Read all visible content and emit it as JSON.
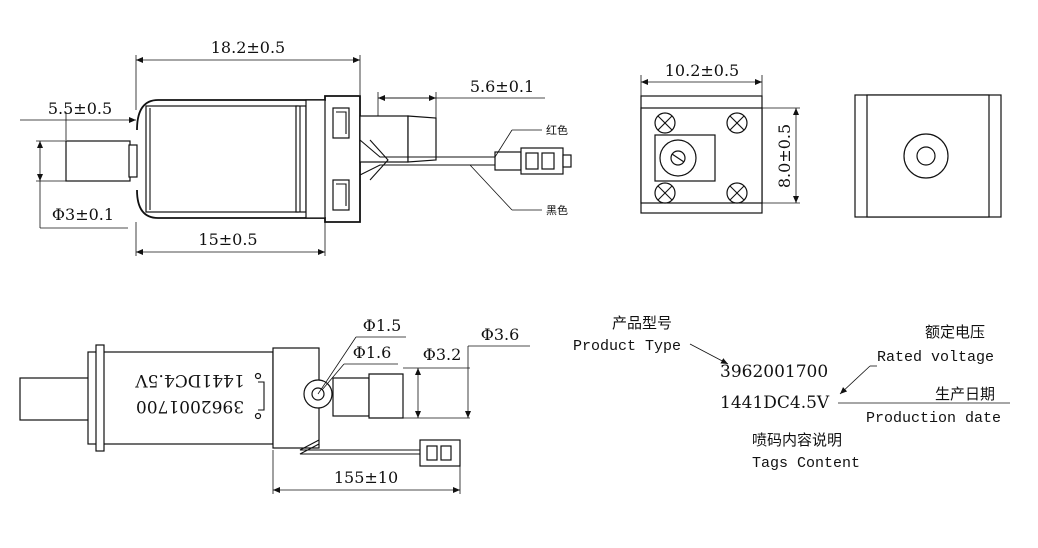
{
  "side_view": {
    "dim_total_length": "18.2±0.5",
    "dim_plunger_extension": "5.5±0.5",
    "dim_plunger_diameter": "Φ3±0.1",
    "dim_body_length": "15±0.5",
    "dim_rear_length": "5.6±0.1",
    "wire_red_label": "红色",
    "wire_black_label": "黑色"
  },
  "front_view": {
    "dim_width": "10.2±0.5",
    "dim_height": "8.0±0.5"
  },
  "top_view": {
    "dim_hole_small": "Φ1.5",
    "dim_hole_large": "Φ1.6",
    "dim_tube_inner": "Φ3.2",
    "dim_tube_outer": "Φ3.6",
    "dim_wire_length": "155±10",
    "body_text_line1": "1441DC4.5V",
    "body_text_line2": "3962001700"
  },
  "label_legend": {
    "product_type_cn": "产品型号",
    "product_type_en": "Product Type",
    "product_code": "3962001700",
    "rated_voltage_cn": "额定电压",
    "rated_voltage_en": "Rated voltage",
    "production_date_cn": "生产日期",
    "production_date_en": "Production date",
    "model_voltage": "1441DC4.5V",
    "tags_content_cn": "喷码内容说明",
    "tags_content_en": "Tags Content"
  }
}
